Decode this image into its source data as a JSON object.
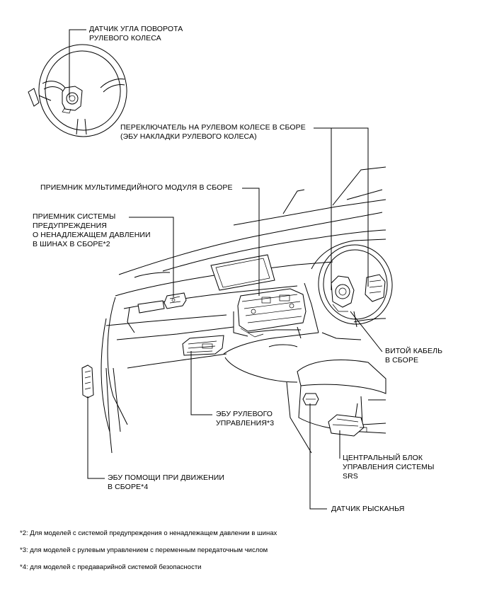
{
  "labels": {
    "steering_angle_sensor": [
      "ДАТЧИК УГЛА ПОВОРОТА",
      "РУЛЕВОГО КОЛЕСА"
    ],
    "steering_pad_switch": [
      "ПЕРЕКЛЮЧАТЕЛЬ НА РУЛЕВОМ КОЛЕСЕ В СБОРЕ",
      "(ЭБУ НАКЛАДКИ РУЛЕВОГО КОЛЕСА)"
    ],
    "multimedia_receiver": [
      "ПРИЕМНИК МУЛЬТИМЕДИЙНОГО МОДУЛЯ В СБОРЕ"
    ],
    "tpms_receiver": [
      "ПРИЕМНИК СИСТЕМЫ",
      "ПРЕДУПРЕЖДЕНИЯ",
      "О НЕНАДЛЕЖАЩЕМ ДАВЛЕНИИ",
      "В ШИНАХ В СБОРЕ*2"
    ],
    "spiral_cable": [
      "ВИТОЙ КАБЕЛЬ",
      "В СБОРЕ"
    ],
    "steering_ecu": [
      "ЭБУ РУЛЕВОГО",
      "УПРАВЛЕНИЯ*3"
    ],
    "airbag_ecu": [
      "ЦЕНТРАЛЬНЫЙ БЛОК",
      "УПРАВЛЕНИЯ СИСТЕМЫ",
      "SRS"
    ],
    "driving_support_ecu": [
      "ЭБУ ПОМОЩИ ПРИ ДВИЖЕНИИ",
      "В СБОРЕ*4"
    ],
    "yaw_rate_sensor": [
      "ДАТЧИК РЫСКАНЬЯ"
    ]
  },
  "footnotes": [
    "*2: Для моделей с системой предупреждения о ненадлежащем давлении в шинах",
    "*3: для моделей с рулевым управлением с переменным передаточным числом",
    "*4: для моделей с предаварийной системой безопасности"
  ]
}
